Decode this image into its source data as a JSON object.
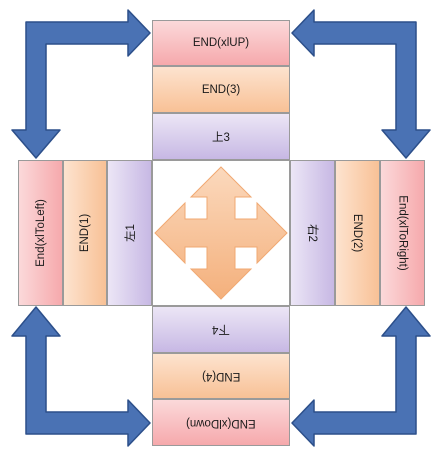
{
  "top": {
    "end_up": "END(xlUP)",
    "end3": "END(3)",
    "up3": "上3"
  },
  "left": {
    "end_left": "End(xlToLeft)",
    "end1": "END(1)",
    "left1": "左1"
  },
  "right": {
    "end_right": "End(xlToRight)",
    "end2": "END(2)",
    "right2": "右2"
  },
  "bottom": {
    "down4": "下4",
    "end4": "END(4)",
    "end_down": "END(xlDown)"
  },
  "colors": {
    "arrow_blue": "#4a72b4",
    "arrow_outline": "#2c4f8a",
    "center_arrow": "#f7c49a"
  },
  "icons": {
    "center": "four-way-arrow-icon"
  }
}
